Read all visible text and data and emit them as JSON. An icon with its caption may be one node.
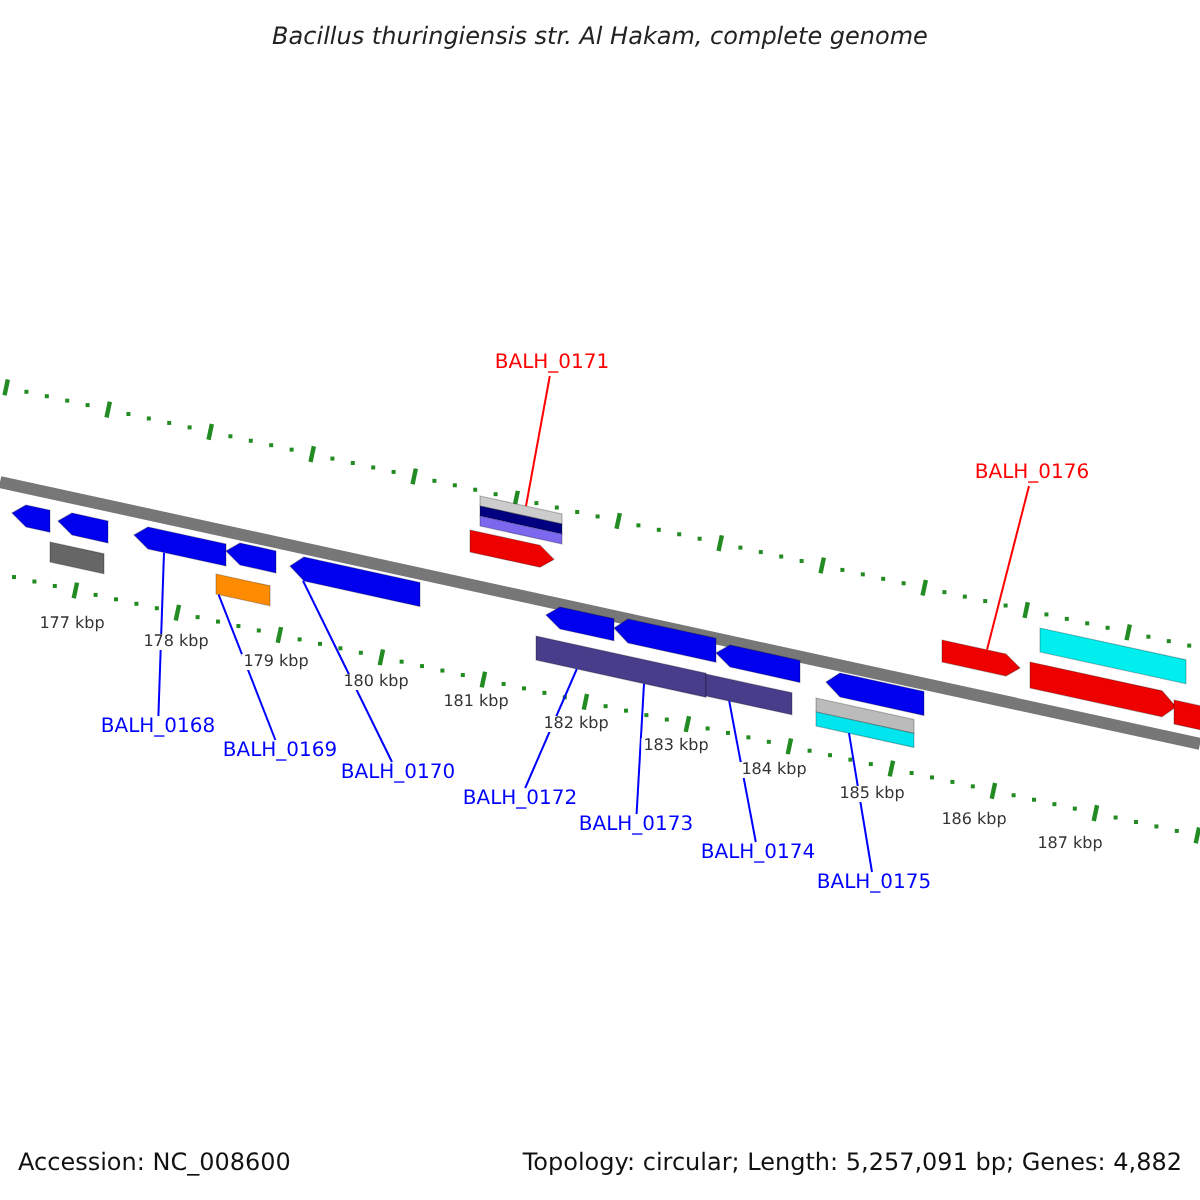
{
  "diagram": {
    "title": "Bacillus thuringiensis str. Al Hakam, complete genome",
    "nodes": [
      {
        "text": [
          "BALH_0171"
        ]
      },
      {
        "text": [
          "BALH_0176"
        ]
      },
      {
        "text": [
          "BALH_0168"
        ]
      },
      {
        "text": [
          "BALH_0169"
        ]
      },
      {
        "text": [
          "BALH_0170"
        ]
      },
      {
        "text": [
          "BALH_0172"
        ]
      },
      {
        "text": [
          "BALH_0173"
        ]
      },
      {
        "text": [
          "BALH_0174"
        ]
      },
      {
        "text": [
          "BALH_0175"
        ]
      },
      {
        "text": [],
        "shape": "arrow"
      },
      {
        "text": [],
        "shape": "bar"
      },
      {
        "text": [],
        "shape": "arrow"
      },
      {
        "text": [],
        "shape": "arrow"
      },
      {
        "text": [],
        "shape": "bar"
      },
      {
        "text": [],
        "shape": "arrow"
      },
      {
        "text": [],
        "shape": "arrow"
      },
      {
        "text": [],
        "shape": "arrow"
      },
      {
        "text": [],
        "shape": "bar"
      },
      {
        "text": [],
        "shape": "bar"
      },
      {
        "text": [],
        "shape": "arrow"
      },
      {
        "text": [],
        "shape": "arrow"
      },
      {
        "text": [],
        "shape": "bar"
      },
      {
        "text": [],
        "shape": "arrow"
      },
      {
        "text": [],
        "shape": "bar"
      },
      {
        "text": [],
        "shape": "arrow"
      },
      {
        "text": [],
        "shape": "arrow"
      },
      {
        "text": [],
        "shape": "arrow"
      },
      {
        "text": [],
        "shape": "bar"
      },
      {
        "text": [],
        "shape": "arrow"
      }
    ],
    "edges": [
      {
        "from": 0,
        "to": 17,
        "arrow": "none",
        "color": "#ff0000"
      },
      {
        "from": 1,
        "to": 25,
        "arrow": "none",
        "color": "#ff0000"
      },
      {
        "from": 2,
        "to": 12,
        "arrow": "none"
      },
      {
        "from": 3,
        "to": 13,
        "arrow": "none"
      },
      {
        "from": 4,
        "to": 15,
        "arrow": "none"
      },
      {
        "from": 5,
        "to": 18,
        "arrow": "none"
      },
      {
        "from": 6,
        "to": 18,
        "arrow": "none"
      },
      {
        "from": 7,
        "to": 21,
        "arrow": "none"
      },
      {
        "from": 8,
        "to": 23,
        "arrow": "none"
      }
    ],
    "labels": [
      "177 kbp",
      "178 kbp",
      "179 kbp",
      "180 kbp",
      "181 kbp",
      "182 kbp",
      "183 kbp",
      "184 kbp",
      "185 kbp",
      "186 kbp",
      "187 kbp",
      "Accession: NC_008600",
      "Topology: circular; Length: 5,257,091 bp; Genes: 4,882"
    ]
  }
}
